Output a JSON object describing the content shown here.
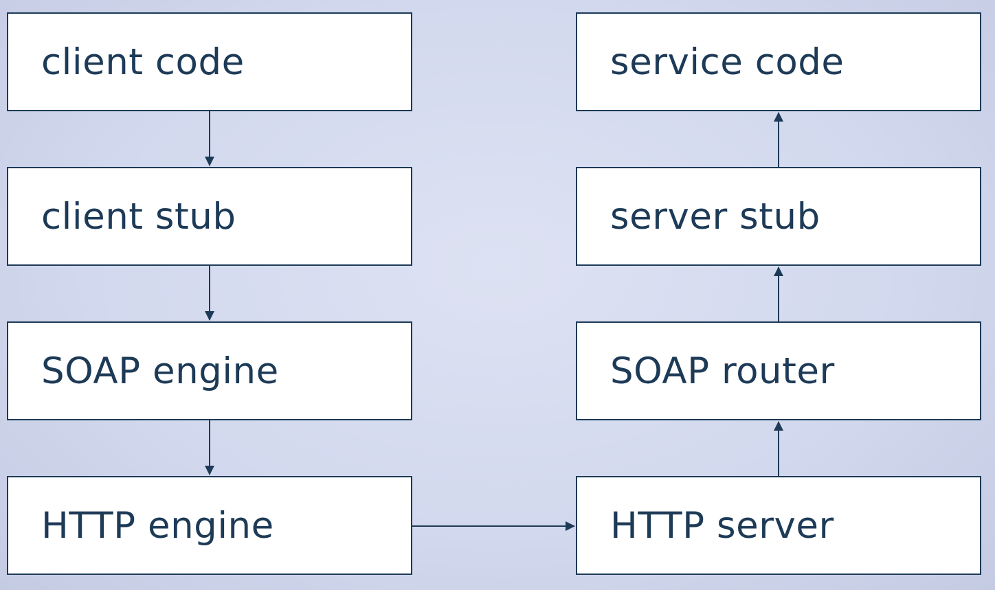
{
  "diagram": {
    "client_side": [
      {
        "label": "client code"
      },
      {
        "label": "client stub"
      },
      {
        "label": "SOAP engine"
      },
      {
        "label": "HTTP engine"
      }
    ],
    "server_side": [
      {
        "label": "service code"
      },
      {
        "label": "server stub"
      },
      {
        "label": "SOAP router"
      },
      {
        "label": "HTTP server"
      }
    ],
    "colors": {
      "stroke": "#1d3a57",
      "box_fill": "#ffffff",
      "background": "#d3d9ee"
    }
  }
}
